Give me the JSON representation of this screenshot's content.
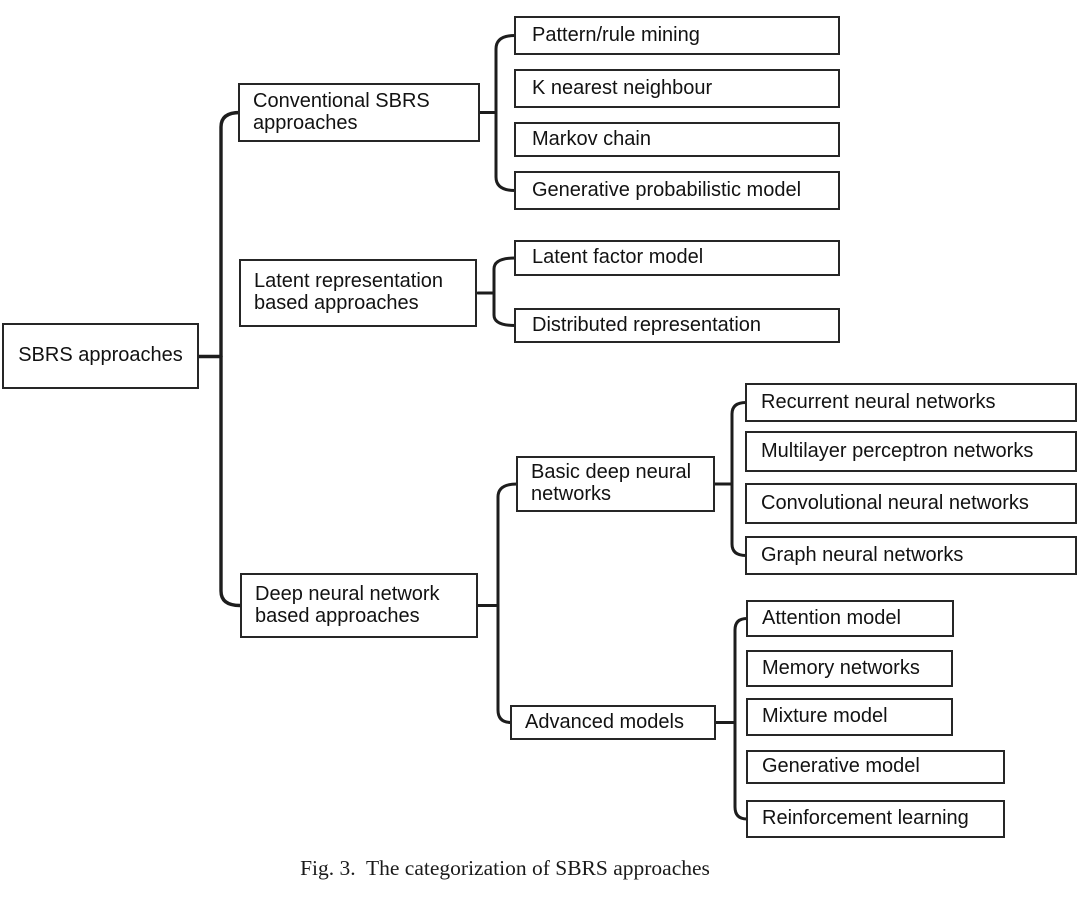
{
  "figure": {
    "caption": "Fig. 3.  The categorization of SBRS approaches",
    "line_color": "#1d1d1d",
    "background_color": "#ffffff"
  },
  "tree": {
    "label": "SBRS approaches",
    "children": [
      {
        "label": "Conventional SBRS\napproaches",
        "children": [
          {
            "label": "Pattern/rule mining"
          },
          {
            "label": "K nearest neighbour"
          },
          {
            "label": "Markov chain"
          },
          {
            "label": "Generative probabilistic model"
          }
        ]
      },
      {
        "label": "Latent representation\nbased approaches",
        "children": [
          {
            "label": "Latent factor model"
          },
          {
            "label": "Distributed representation"
          }
        ]
      },
      {
        "label": "Deep neural network\nbased approaches",
        "children": [
          {
            "label": "Basic deep neural\nnetworks",
            "children": [
              {
                "label": "Recurrent neural networks"
              },
              {
                "label": "Multilayer perceptron networks"
              },
              {
                "label": "Convolutional neural networks"
              },
              {
                "label": "Graph neural networks"
              }
            ]
          },
          {
            "label": "Advanced models",
            "children": [
              {
                "label": "Attention model"
              },
              {
                "label": "Memory networks"
              },
              {
                "label": "Mixture model"
              },
              {
                "label": "Generative model"
              },
              {
                "label": "Reinforcement learning"
              }
            ]
          }
        ]
      }
    ]
  }
}
